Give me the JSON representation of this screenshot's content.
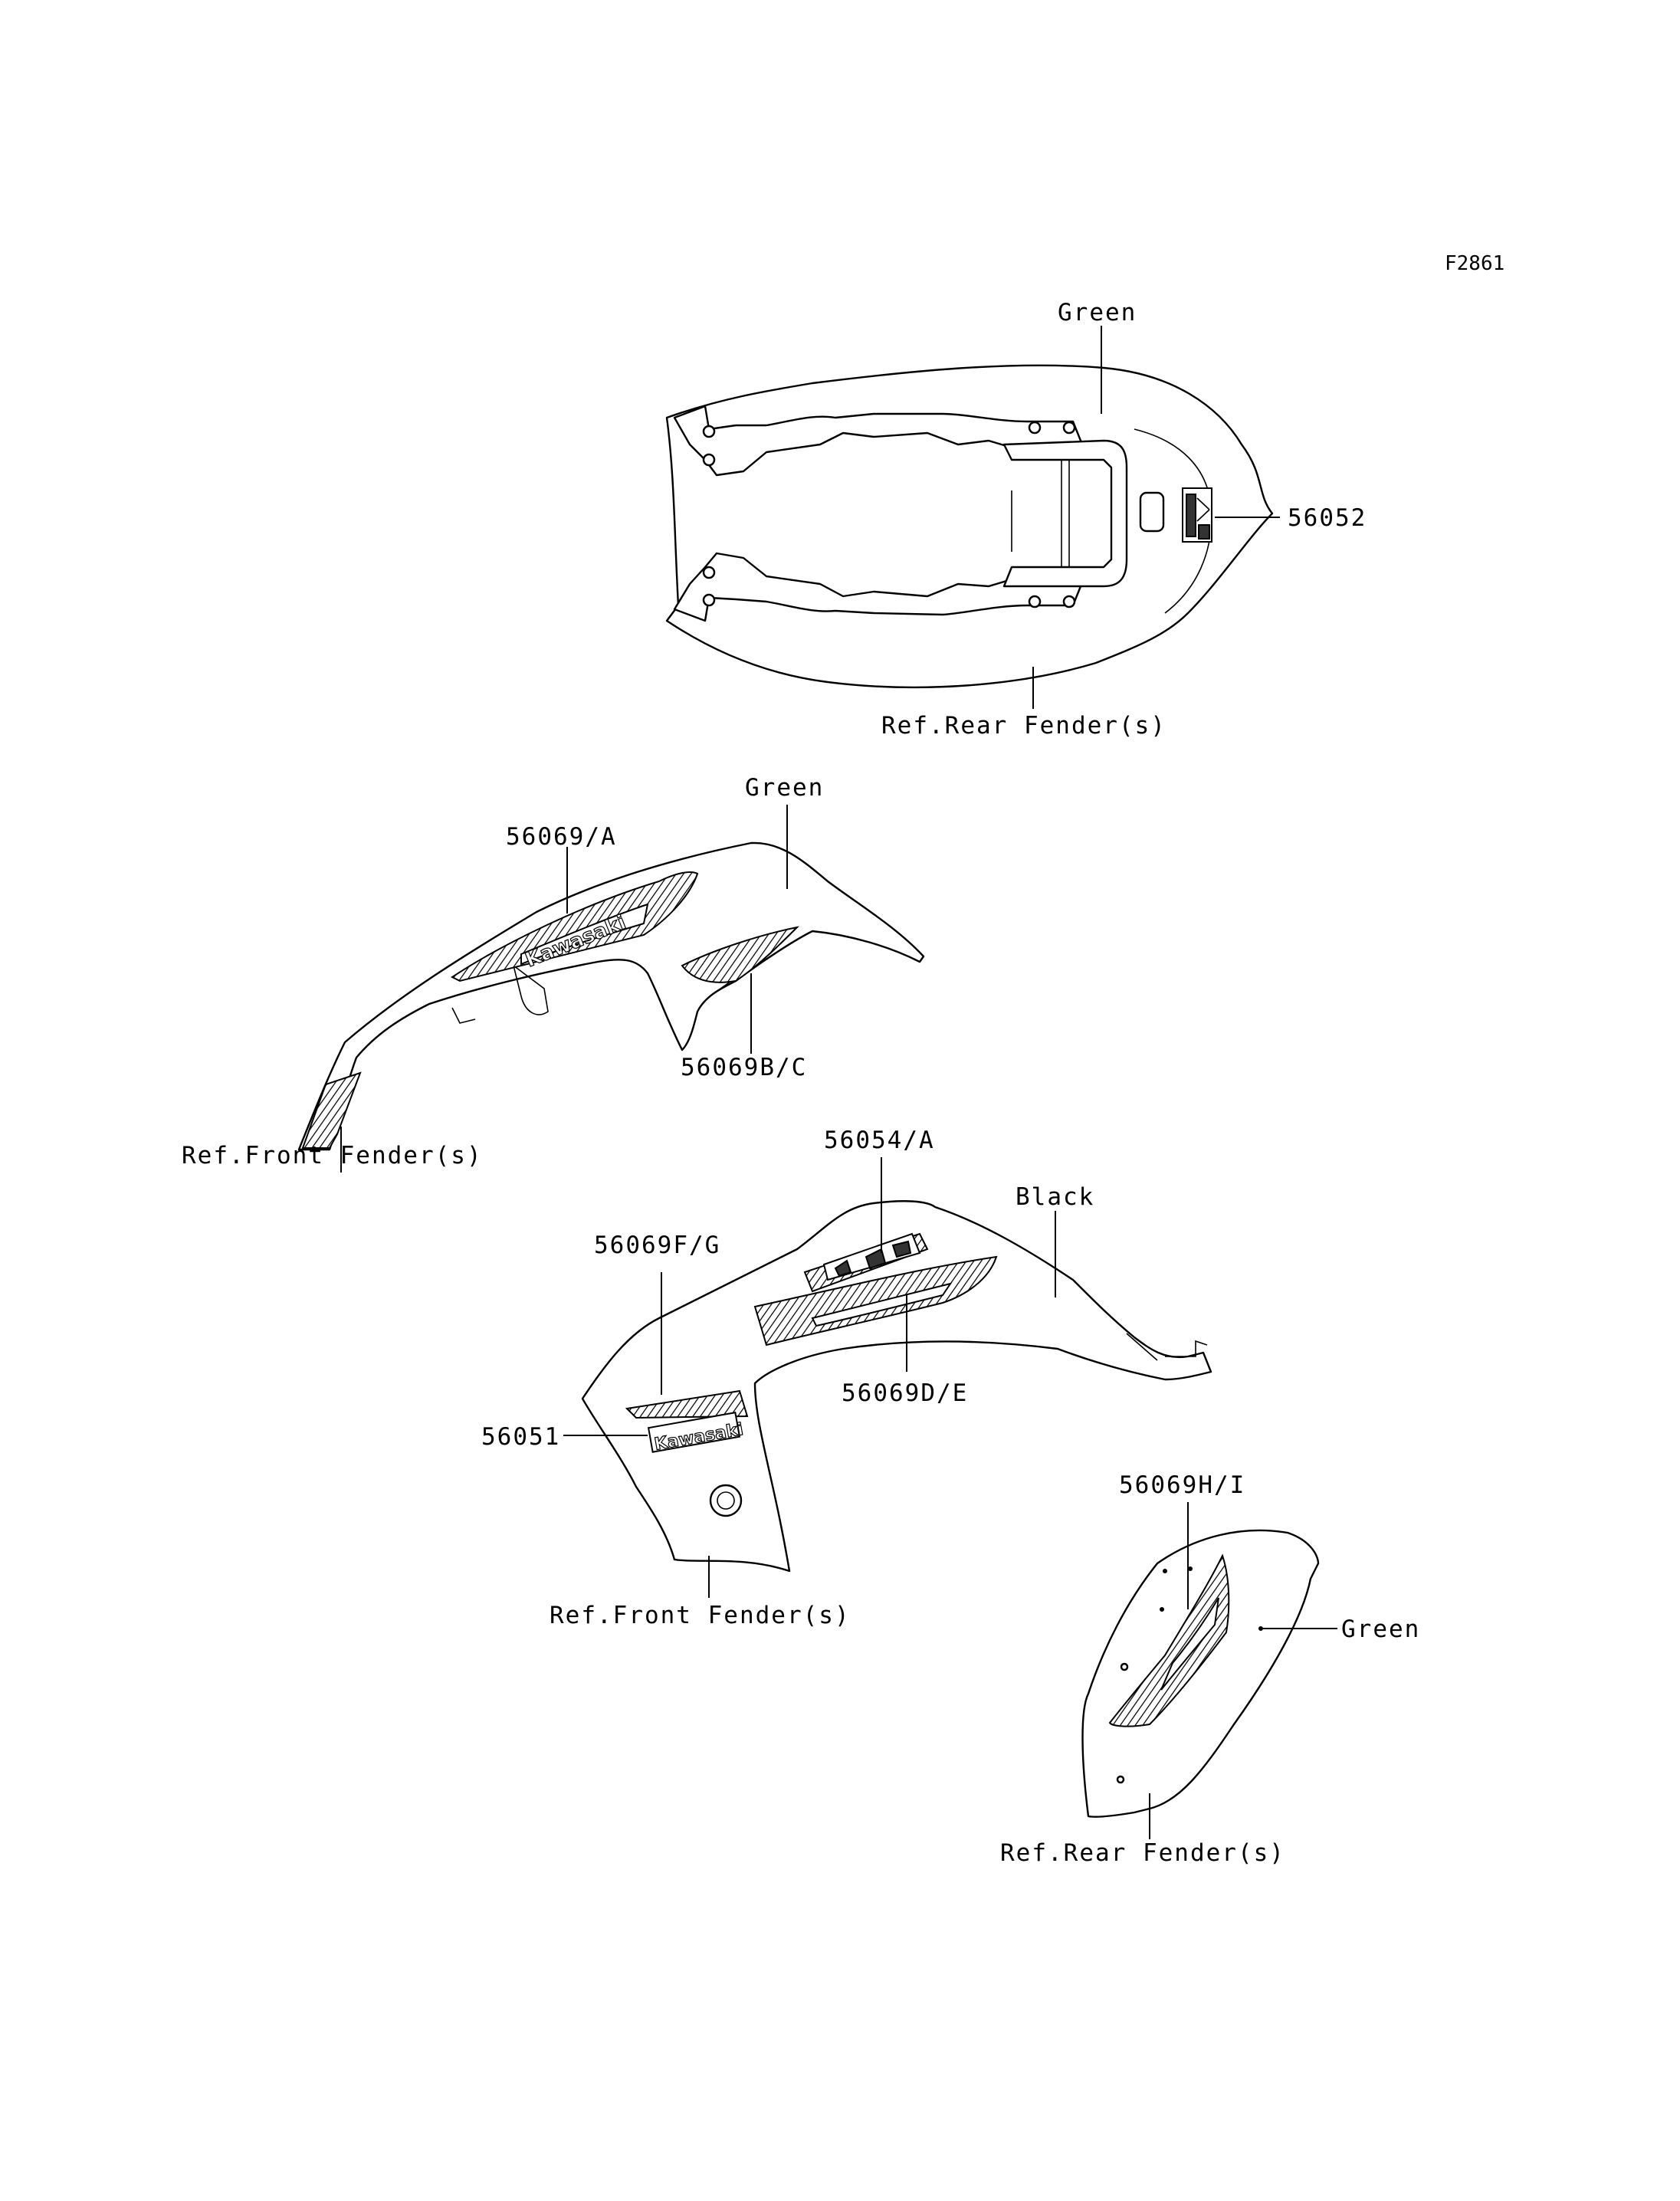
{
  "figure_code": "F2861",
  "colors": {
    "line": "#000000",
    "background": "#ffffff"
  },
  "group_tail": {
    "color_label": "Green",
    "part_56052": "56052",
    "ref_label": "Ref.Rear Fender(s)"
  },
  "group_front_cowl": {
    "color_label": "Green",
    "part_56069_a": "56069/A",
    "part_56069_bc": "56069B/C",
    "ref_label": "Ref.Front Fender(s)",
    "decal_logo": "Kawasaki"
  },
  "group_side_cowl": {
    "color_label": "Black",
    "part_56054_a": "56054/A",
    "part_56069_fg": "56069F/G",
    "part_56069_de": "56069D/E",
    "part_56051": "56051",
    "ref_label": "Ref.Front Fender(s)",
    "decal_logo": "Kawasaki"
  },
  "group_rear_panel": {
    "color_label": "Green",
    "part_56069_hi": "56069H/I",
    "ref_label": "Ref.Rear Fender(s)"
  }
}
